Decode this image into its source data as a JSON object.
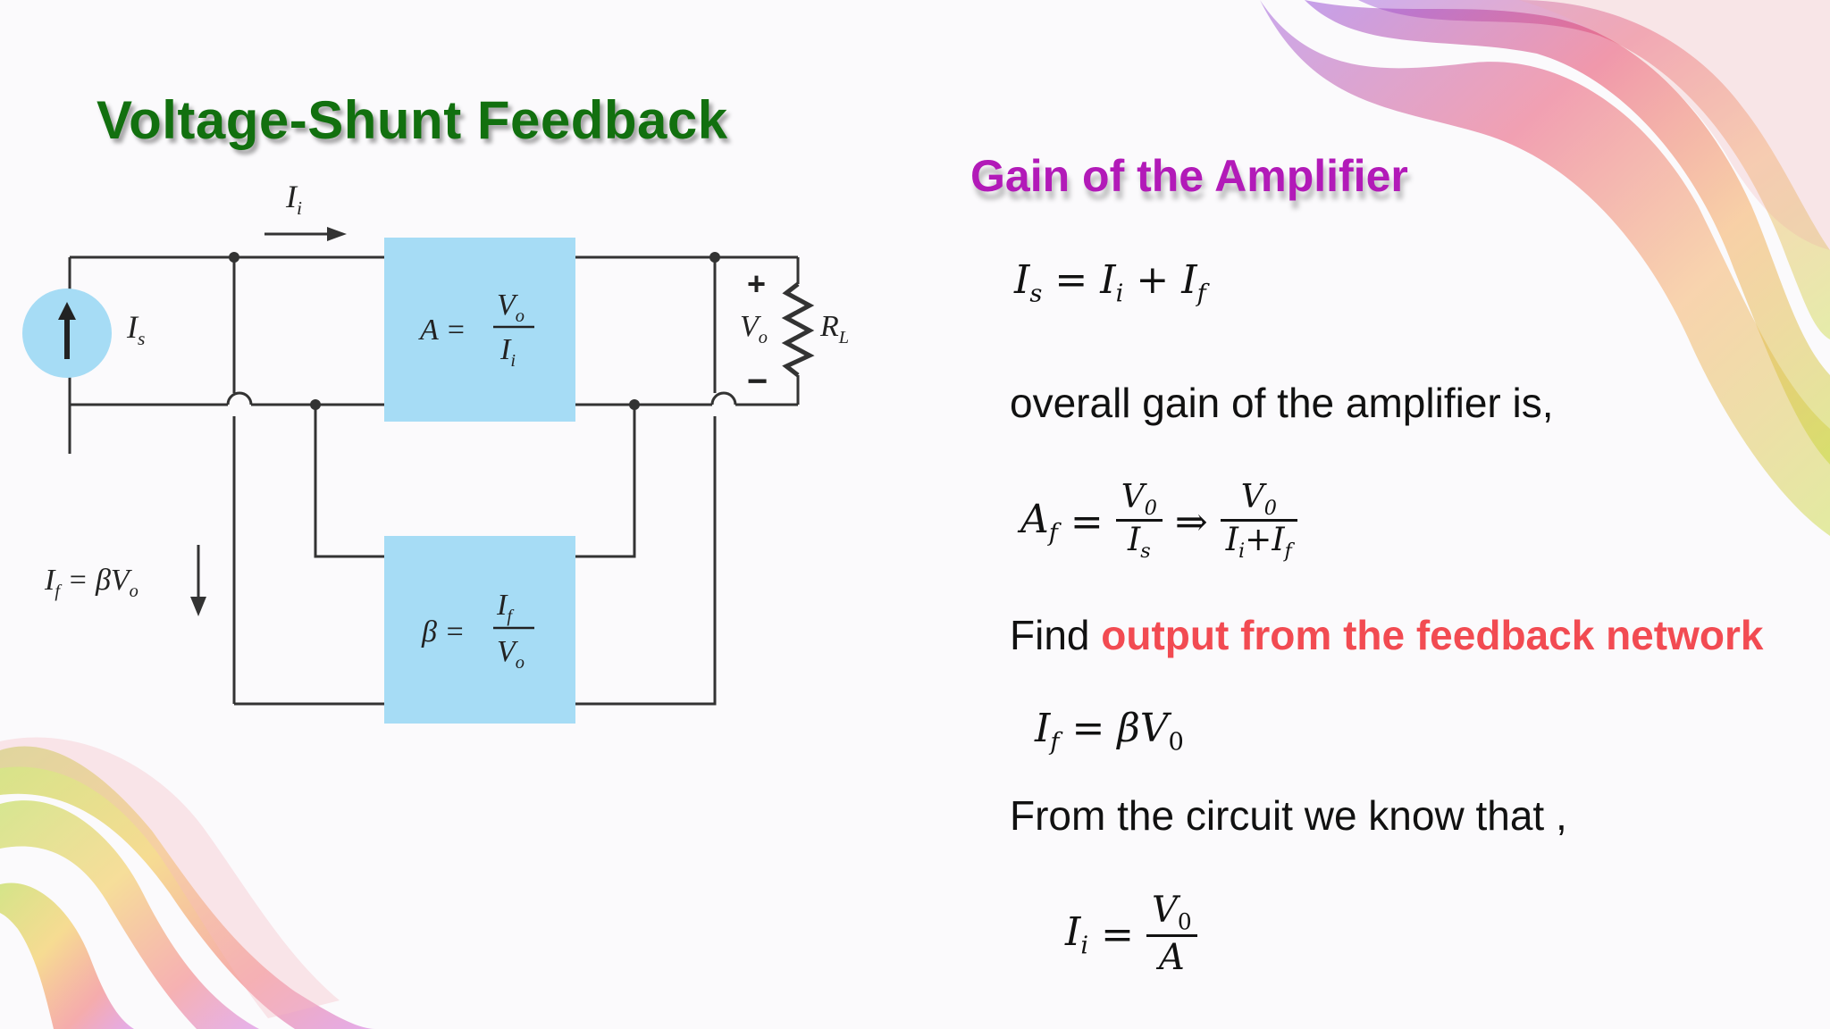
{
  "slide": {
    "title": "Voltage-Shunt Feedback"
  },
  "circuit": {
    "input_current": "I",
    "input_current_sub": "i",
    "source_current": "I",
    "source_current_sub": "s",
    "feedback_current_label": "I",
    "feedback_current_sub": "f",
    "feedback_current_rhs": " = βV",
    "feedback_current_rhs_sub": "o",
    "amplifier_block": {
      "lhs": "A =",
      "num": "V",
      "num_sub": "o",
      "den": "I",
      "den_sub": "i"
    },
    "feedback_block": {
      "lhs": "β =",
      "num": "I",
      "num_sub": "f",
      "den": "V",
      "den_sub": "o"
    },
    "output_voltage": "V",
    "output_voltage_sub": "o",
    "load": "R",
    "load_sub": "L",
    "plus_sign": "+",
    "minus_sign": "−",
    "block_color": "#a6dcf5"
  },
  "content": {
    "heading": "Gain of the Amplifier",
    "eq1": {
      "a": "I",
      "a_sub": "s",
      "eq": " = ",
      "b": "I",
      "b_sub": "i",
      "plus": " + ",
      "c": "I",
      "c_sub": "f"
    },
    "line1": "overall gain of the amplifier is,",
    "eq2": {
      "lhs": "A",
      "lhs_sub": "f",
      "eq": " = ",
      "f1_num": "V",
      "f1_num_sub": "0",
      "f1_den": "I",
      "f1_den_sub": "s",
      "implies": " ⇒ ",
      "f2_num": "V",
      "f2_num_sub": "0",
      "f2_den_a": "I",
      "f2_den_a_sub": "i",
      "f2_den_plus": "+",
      "f2_den_b": "I",
      "f2_den_b_sub": "f"
    },
    "line2_prefix": "Find ",
    "line2_highlight": "output from the feedback network",
    "eq3": {
      "lhs": "I",
      "lhs_sub": "f",
      "eq": " = ",
      "rhs": "βV",
      "rhs_sub": "0"
    },
    "line3": "From the circuit we know that ,",
    "eq4": {
      "lhs": "I",
      "lhs_sub": "i",
      "eq": " = ",
      "num": "V",
      "num_sub": "0",
      "den": "A"
    }
  },
  "colors": {
    "title": "#12700f",
    "heading": "#b21ab8",
    "highlight": "#f24b52"
  }
}
